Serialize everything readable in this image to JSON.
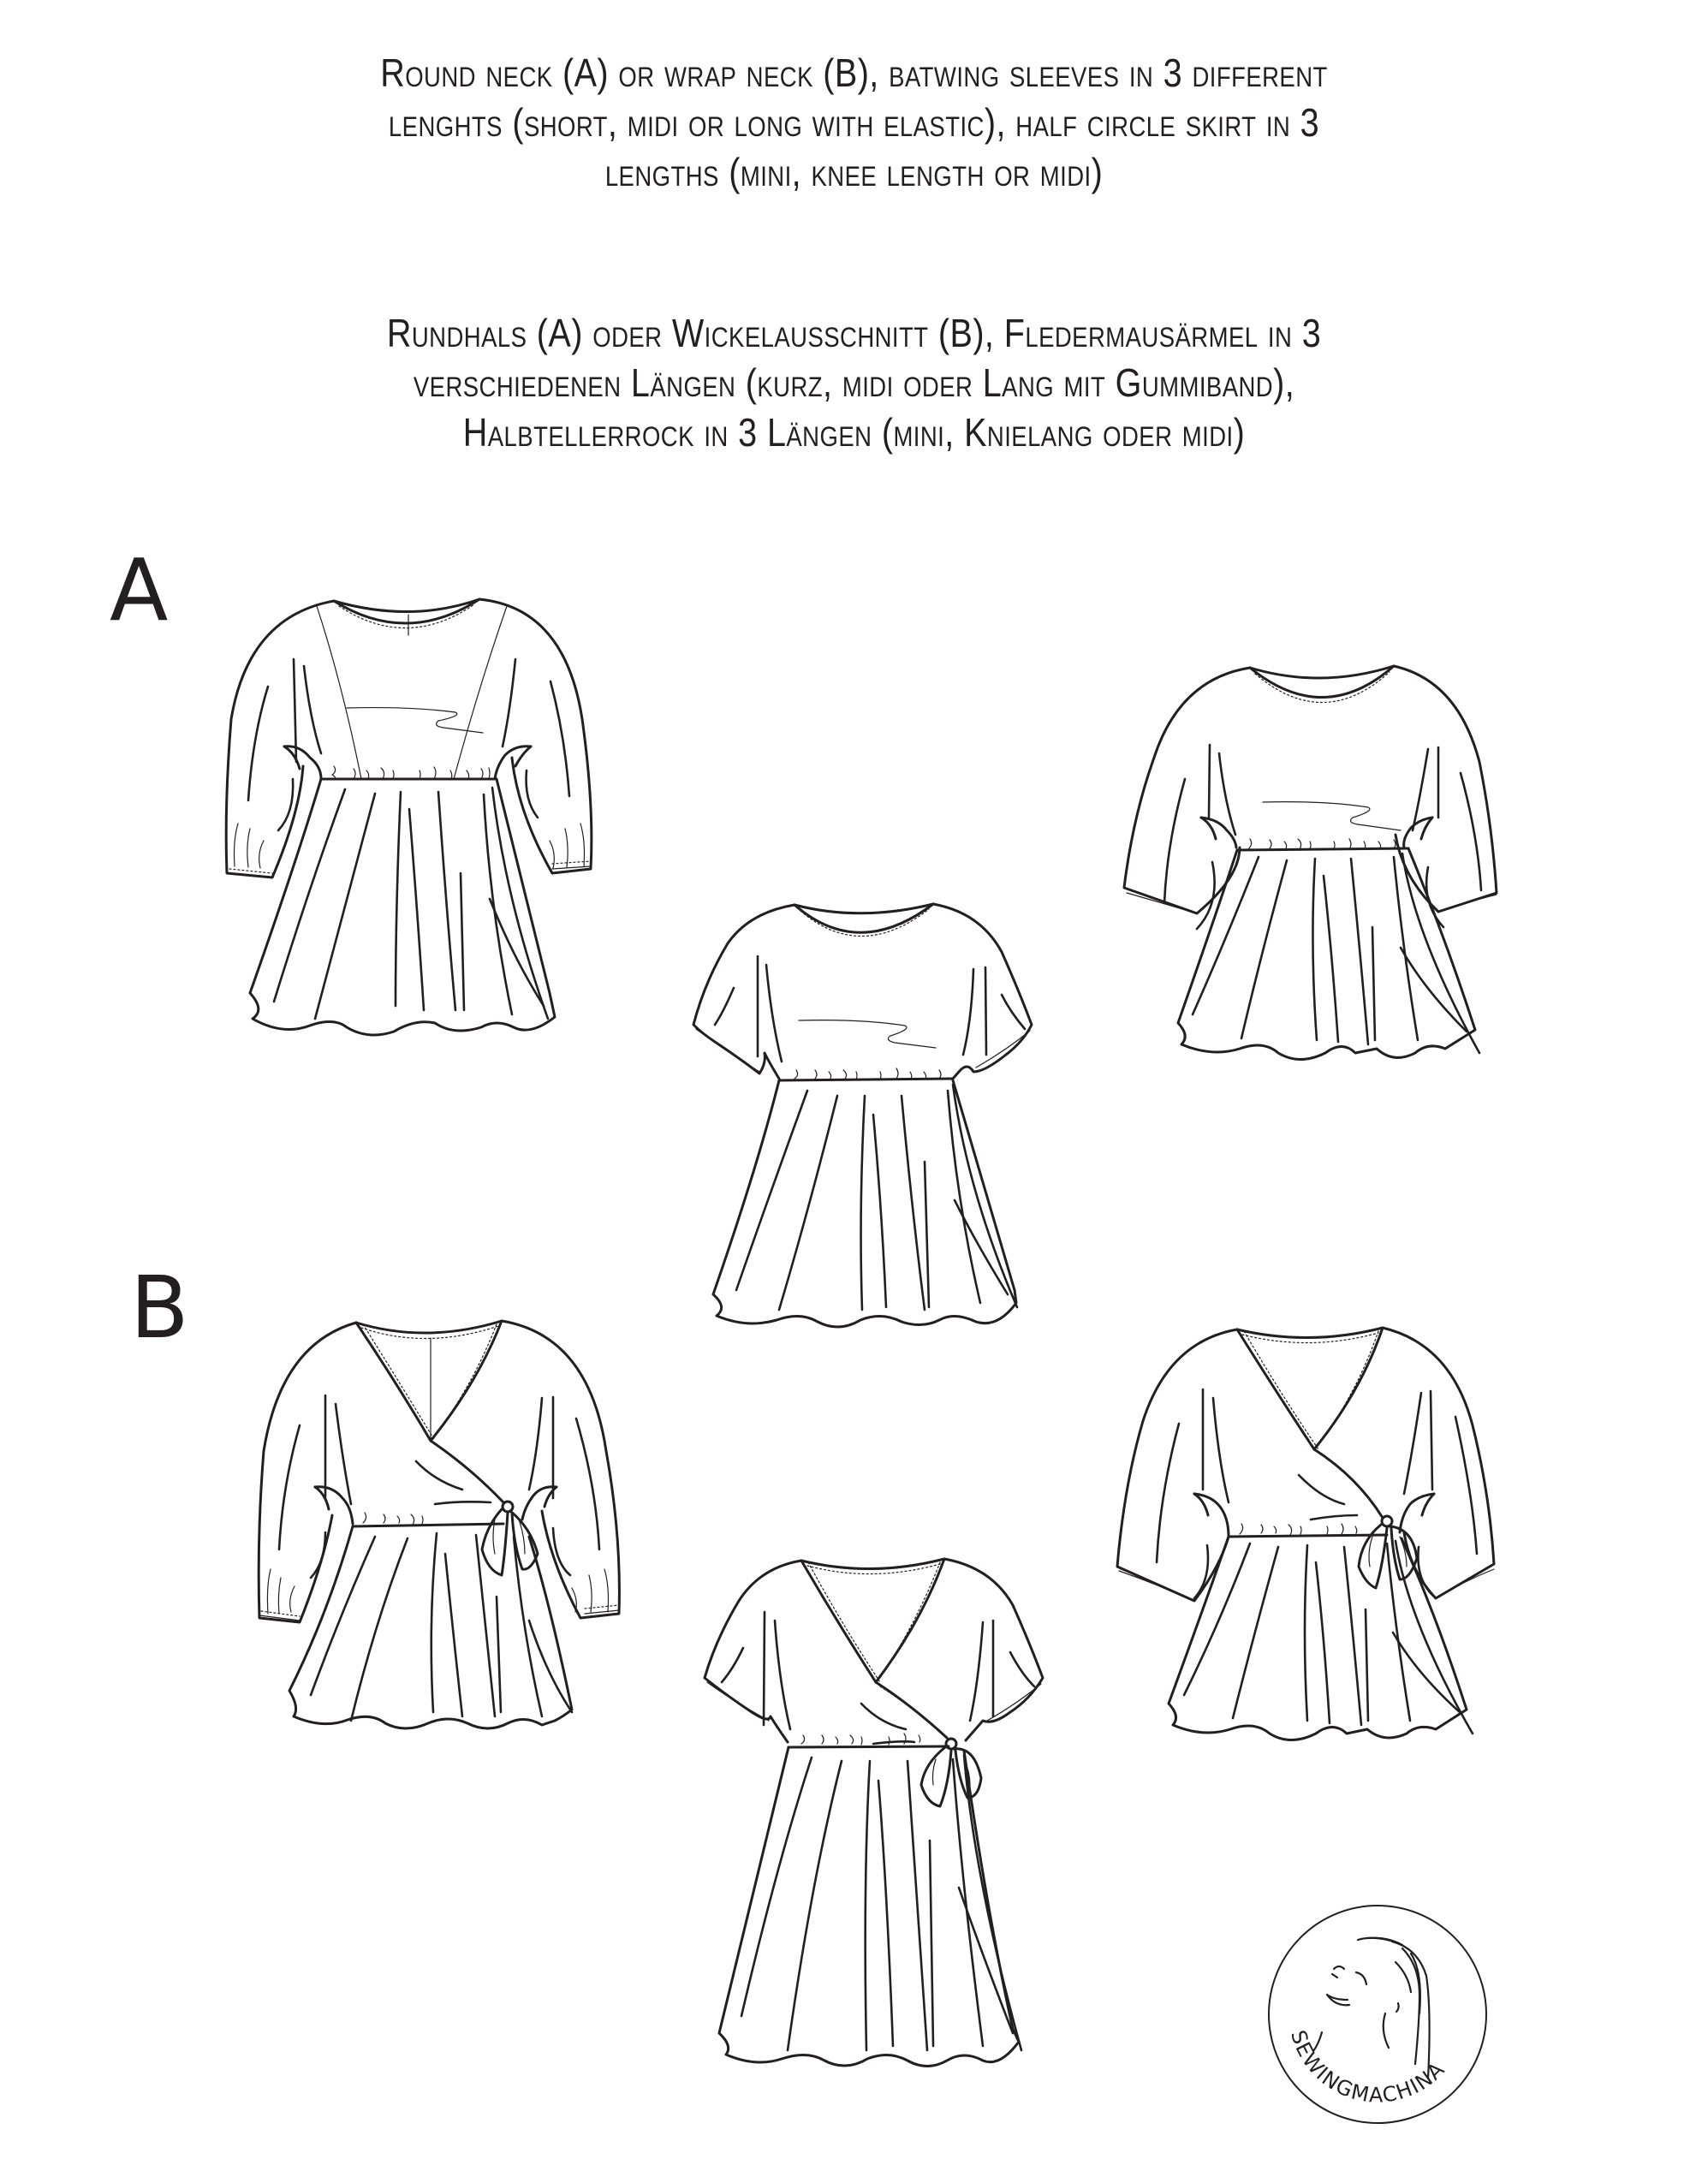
{
  "description_en": {
    "lines": [
      "Round neck (A) or wrap neck (B), batwing sleeves in 3 different",
      "lenghts (short, midi or long with elastic), half circle skirt in 3",
      "lengths (mini, knee length or midi)"
    ]
  },
  "description_de": {
    "lines": [
      "Rundhals (A) oder Wickelausschnitt (B), Fledermausärmel in 3",
      "verschiedenen Längen (kurz, midi oder Lang mit Gummiband),",
      "Halbtellerrock in 3 Längen (mini, Knielang oder midi)"
    ]
  },
  "variants": [
    {
      "label": "A",
      "neckline": "round-neck",
      "illustrations": [
        {
          "id": "a-long",
          "sleeve": "long with elastic",
          "skirt": "knee length"
        },
        {
          "id": "a-short",
          "sleeve": "short",
          "skirt": "midi"
        },
        {
          "id": "a-midi",
          "sleeve": "midi",
          "skirt": "mini"
        }
      ]
    },
    {
      "label": "B",
      "neckline": "wrap-neck",
      "illustrations": [
        {
          "id": "b-long",
          "sleeve": "long with elastic",
          "skirt": "knee length"
        },
        {
          "id": "b-short",
          "sleeve": "short",
          "skirt": "midi"
        },
        {
          "id": "b-midi",
          "sleeve": "midi",
          "skirt": "mini"
        }
      ]
    }
  ],
  "logo": {
    "text": "SEWINGMACHINA",
    "icon": "woman-face-line-art-icon"
  },
  "colors": {
    "ink": "#231f20",
    "background": "#ffffff"
  }
}
